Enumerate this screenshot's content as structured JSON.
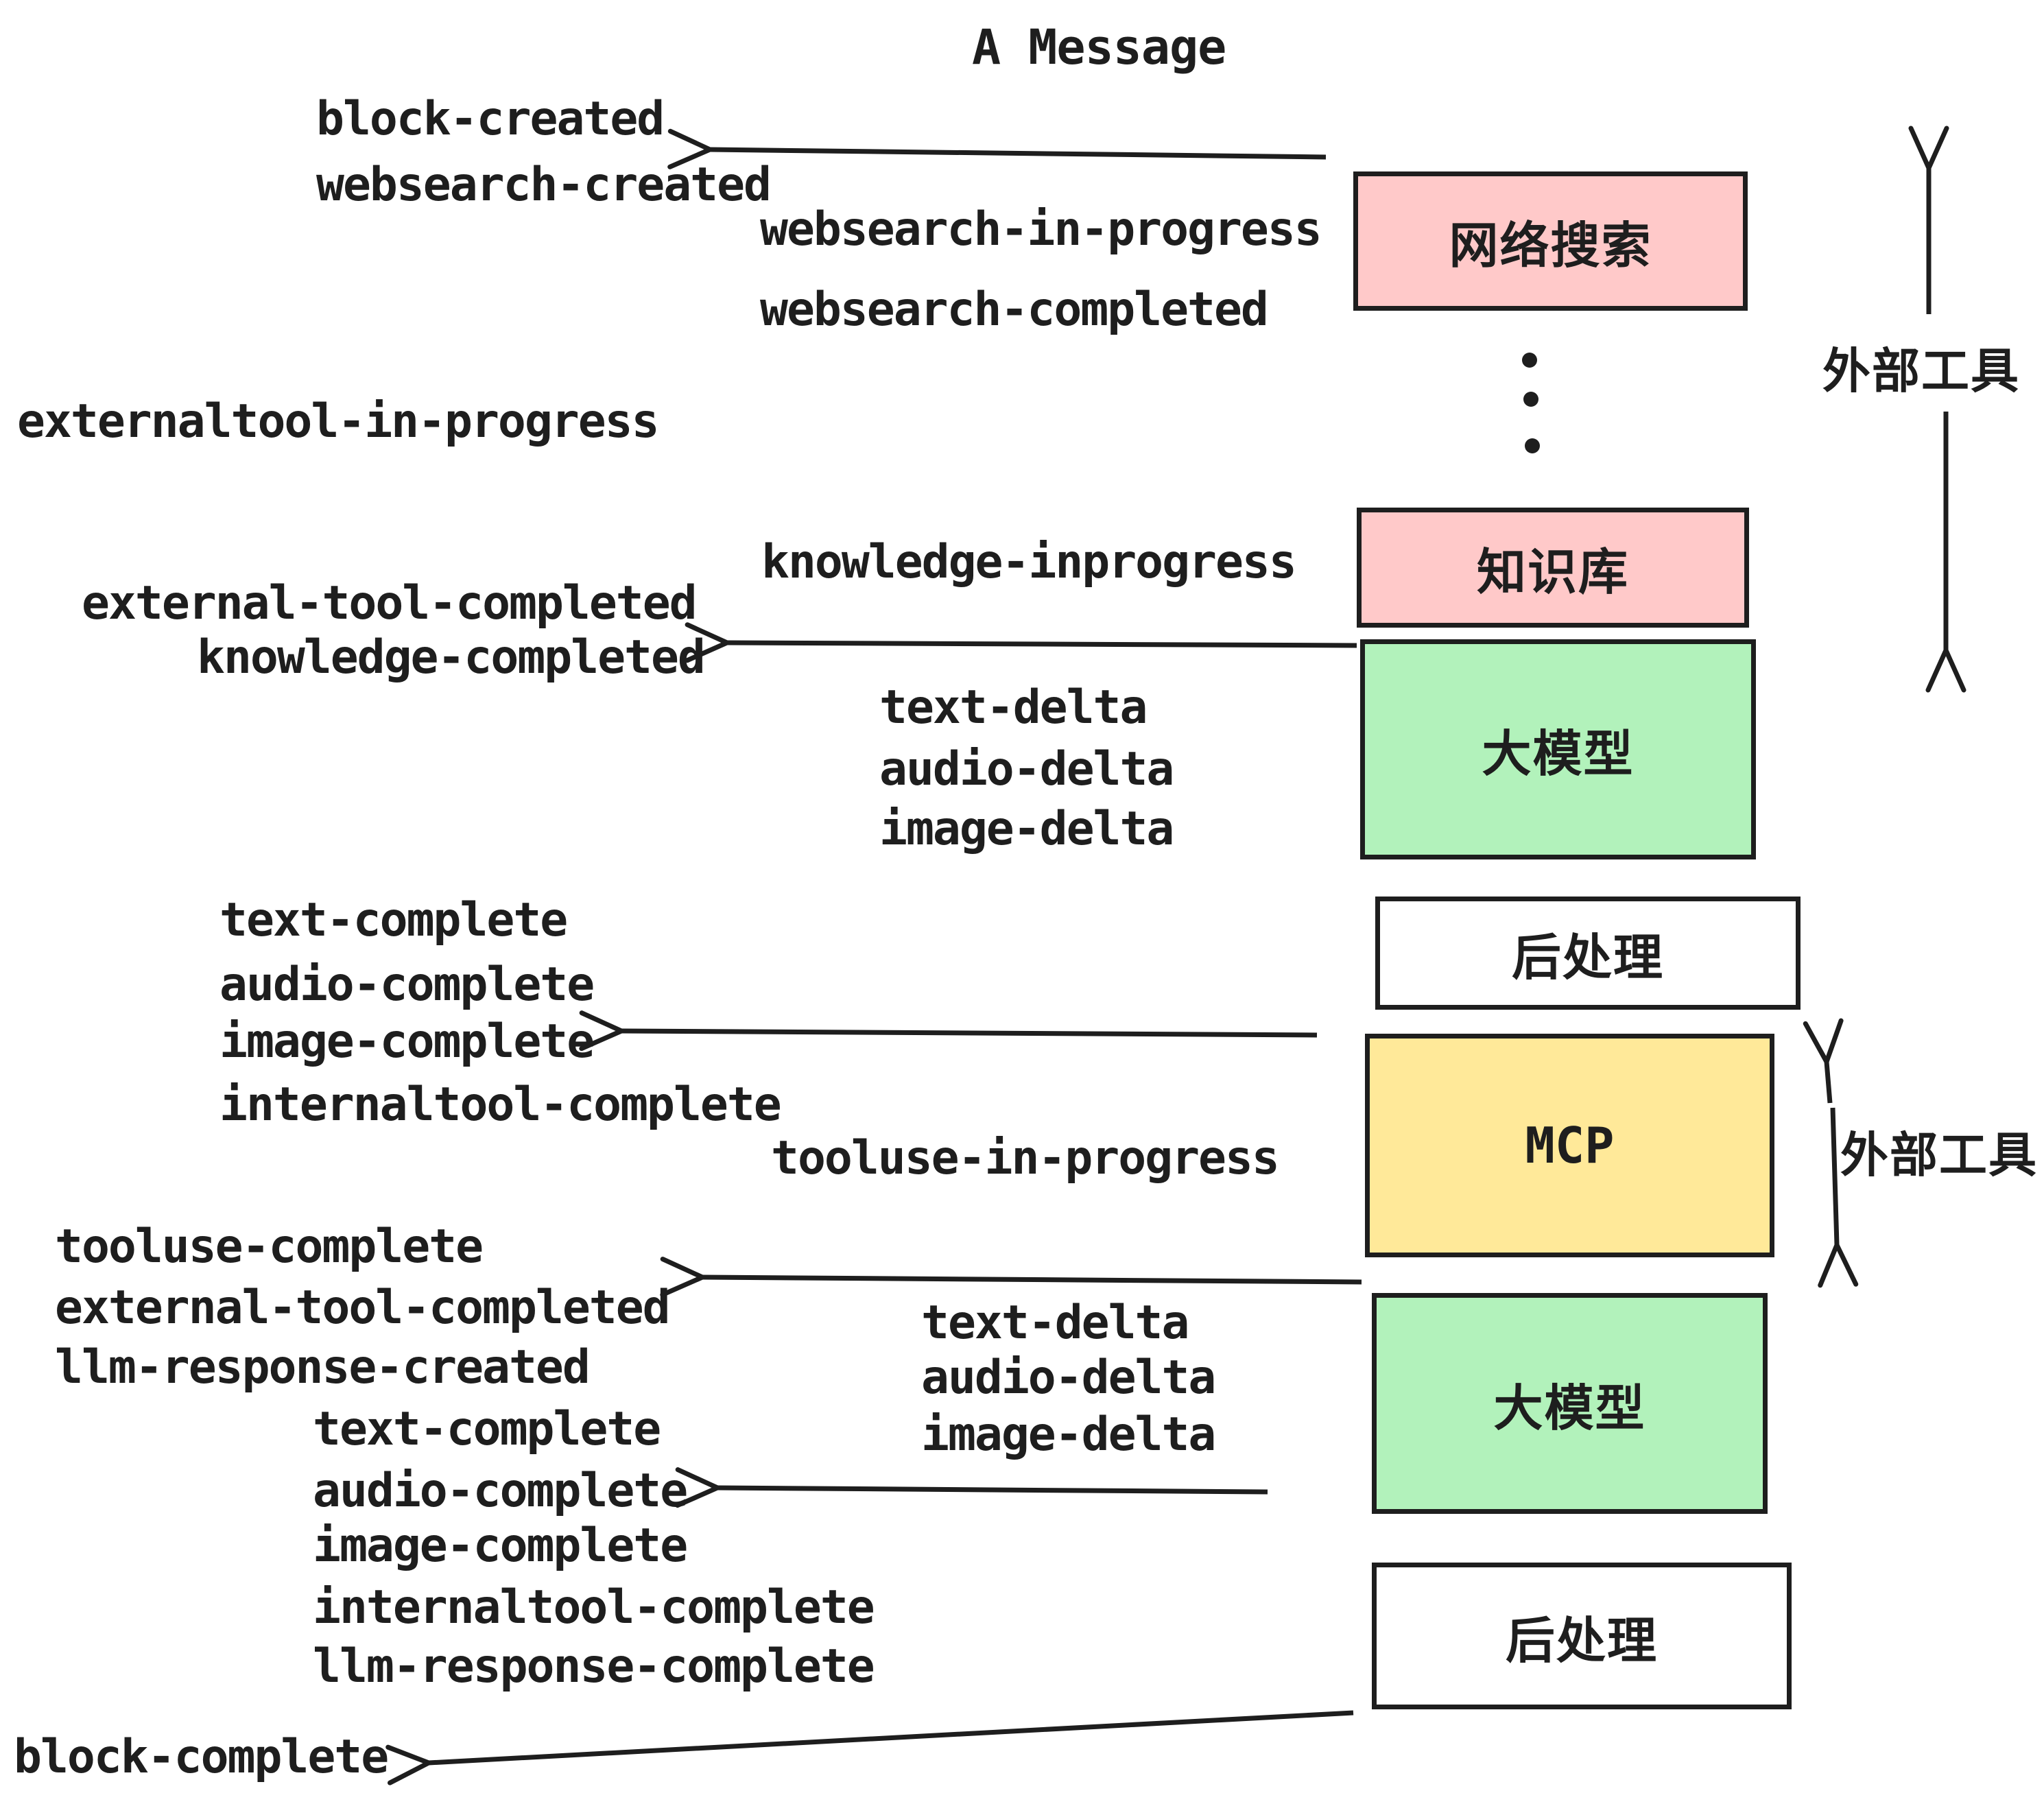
{
  "title": "A Message",
  "labels": {
    "block_created": "block-created",
    "websearch_created": "websearch-created",
    "websearch_in_progress": "websearch-in-progress",
    "websearch_completed": "websearch-completed",
    "externaltool_in_progress": "externaltool-in-progress",
    "knowledge_inprogress": "knowledge-inprogress",
    "external_tool_completed": "external-tool-completed",
    "knowledge_completed": "knowledge-completed",
    "text_delta1": "text-delta",
    "audio_delta1": "audio-delta",
    "image_delta1": "image-delta",
    "text_complete1": "text-complete",
    "audio_complete1": "audio-complete",
    "image_complete1": "image-complete",
    "internaltool_complete1": "internaltool-complete",
    "tooluse_in_progress": "tooluse-in-progress",
    "tooluse_complete": "tooluse-complete",
    "external_tool_completed2": "external-tool-completed",
    "llm_response_created": "llm-response-created",
    "text_delta2": "text-delta",
    "audio_delta2": "audio-delta",
    "image_delta2": "image-delta",
    "text_complete2": "text-complete",
    "audio_complete2": "audio-complete",
    "image_complete2": "image-complete",
    "internaltool_complete2": "internaltool-complete",
    "llm_response_complete": "llm-response-complete",
    "block_complete": "block-complete"
  },
  "boxes": {
    "websearch": "网络搜索",
    "knowledge": "知识库",
    "llm1": "大模型",
    "postprocess1": "后处理",
    "mcp": "MCP",
    "llm2": "大模型",
    "postprocess2": "后处理"
  },
  "side_labels": {
    "external_tools_top": "外部工具",
    "external_tools_mid": "外部工具"
  },
  "colors": {
    "ink": "#1e1e1e",
    "pink_fill": "#ffc9c9",
    "green_fill": "#b2f2bb",
    "yellow_fill": "#ffe999",
    "white_fill": "#ffffff"
  }
}
